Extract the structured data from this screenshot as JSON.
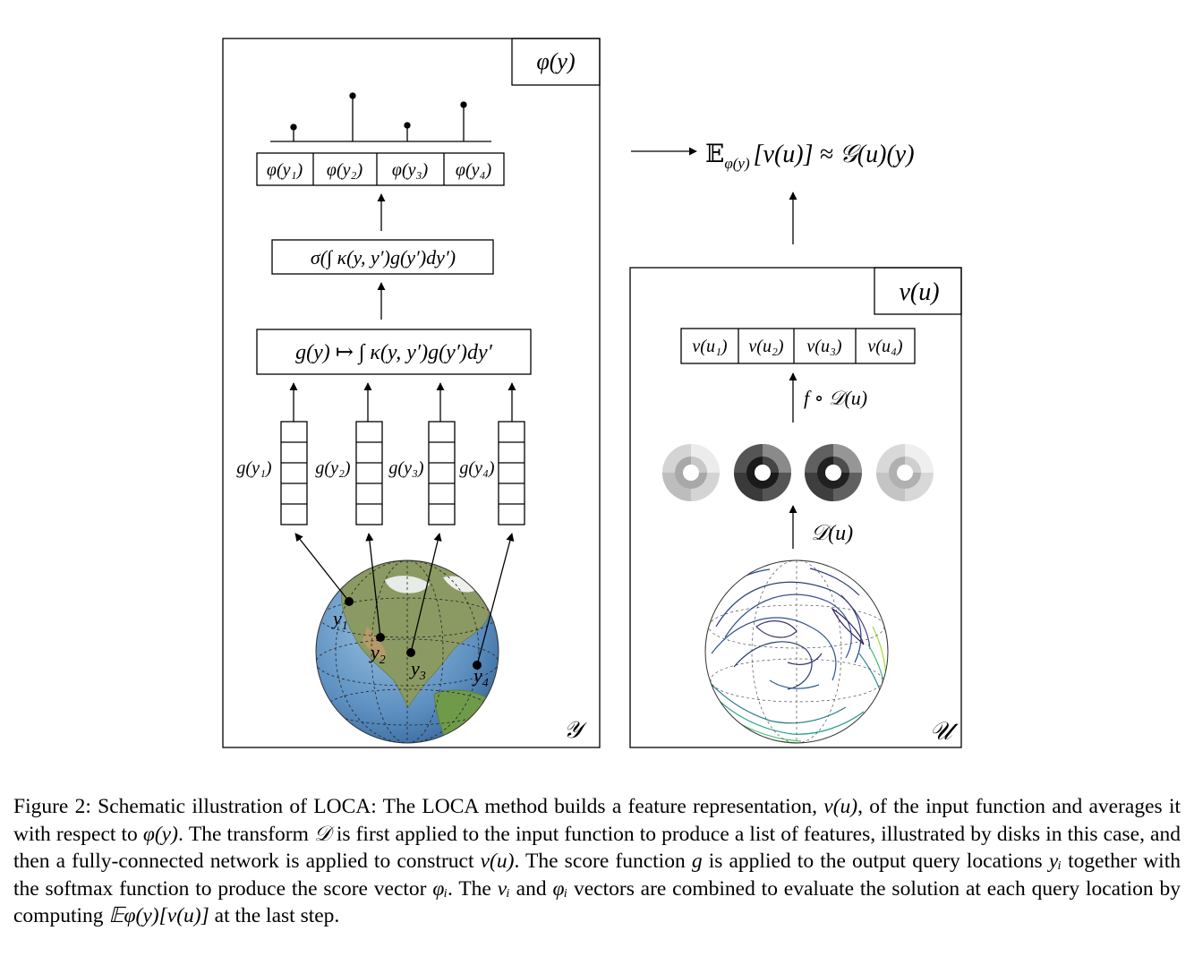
{
  "left_panel": {
    "corner_label": "φ(y)",
    "space_label": "𝒴",
    "phi_cells": [
      "φ(y₁)",
      "φ(y₂)",
      "φ(y₃)",
      "φ(y₄)"
    ],
    "sigma_box": "σ(∫ κ(y, y′)g(y′)dy′)",
    "kernel_box": "g(y) ↦ ∫ κ(y, y′)g(y′)dy′",
    "g_labels": [
      "g(y₁)",
      "g(y₂)",
      "g(y₃)",
      "g(y₄)"
    ],
    "point_labels": [
      "y",
      "y",
      "y",
      "y"
    ],
    "point_subs": [
      "1",
      "2",
      "3",
      "4"
    ]
  },
  "right_panel": {
    "corner_label": "v(u)",
    "space_label": "𝒰",
    "v_cells": [
      "v(u₁)",
      "v(u₂)",
      "v(u₃)",
      "v(u₄)"
    ],
    "f_label": "f ∘ 𝒟(u)",
    "d_label": "𝒟(u)"
  },
  "result": {
    "E": "𝔼",
    "E_sub": "φ(y)",
    "rest": "[v(u)] ≈ 𝒢(u)(y)"
  },
  "caption": {
    "t1": "Figure 2: Schematic illustration of LOCA: The LOCA method builds a feature representation, ",
    "m1": "v(u)",
    "t2": ", of the input function and averages it with respect to ",
    "m2": "φ(y)",
    "t3": ". The transform ",
    "m3": "𝒟",
    "t4": " is first applied to the input function to produce a list of features, illustrated by disks in this case, and then a fully-connected network is applied to construct ",
    "m4": "v(u)",
    "t5": ". The score function ",
    "m5": "g",
    "t6": " is applied to the output query locations ",
    "m6": "yᵢ",
    "t7": " together with the softmax function to produce the score vector ",
    "m7": "φᵢ",
    "t8": ". The ",
    "m8": "vᵢ",
    "t9": " and ",
    "m9": "φᵢ",
    "t10": " vectors are combined to evaluate the solution at each query location by computing ",
    "m10": "𝔼φ(y)[v(u)]",
    "t11": " at the last step."
  }
}
